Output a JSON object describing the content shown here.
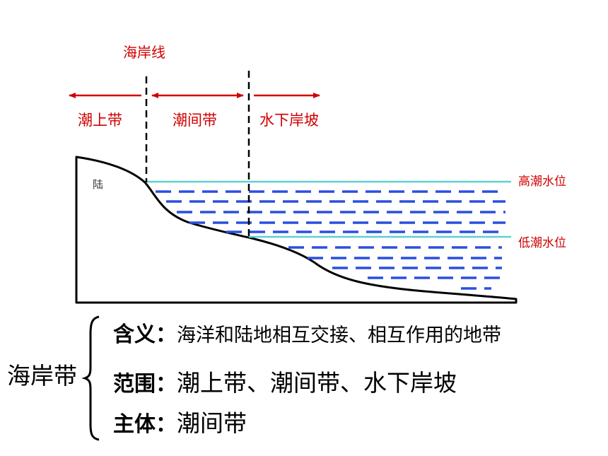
{
  "diagram": {
    "coastline_label": "海岸线",
    "zones": {
      "supratidal": "潮上带",
      "intertidal": "潮间带",
      "subtidal": "水下岸坡"
    },
    "land_label": "陆",
    "high_tide_label": "高潮水位",
    "low_tide_label": "低潮水位"
  },
  "definition": {
    "term": "海岸带",
    "rows": [
      {
        "key": "含义：",
        "value": "海洋和陆地相互交接、相互作用的地带"
      },
      {
        "key": "范围：",
        "value": "潮上带、潮间带、水下岸坡"
      },
      {
        "key": "主体：",
        "value": "潮间带"
      }
    ]
  },
  "colors": {
    "label_red": "#d00000",
    "tide_line": "#5fd0d0",
    "water_dash": "#2a4fe0",
    "ground": "#000000"
  }
}
